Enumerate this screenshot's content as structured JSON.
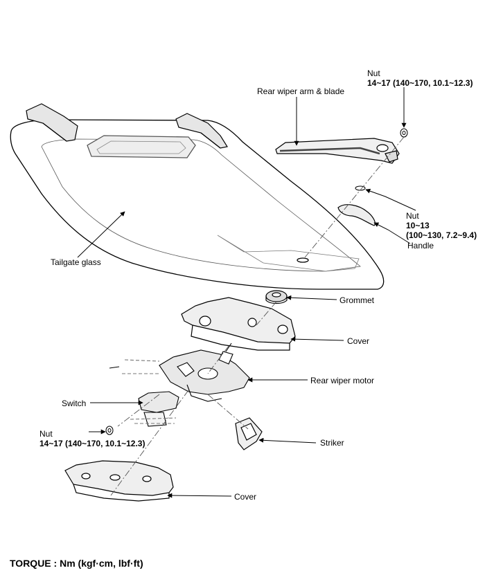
{
  "labels": {
    "nut_top": {
      "name": "Nut",
      "torque": "14~17 (140~170, 10.1~12.3)"
    },
    "rear_wiper_arm": "Rear wiper arm & blade",
    "nut_mid": {
      "name": "Nut",
      "torque_line1": "10~13",
      "torque_line2": "(100~130, 7.2~9.4)"
    },
    "handle": "Handle",
    "tailgate_glass": "Tailgate glass",
    "grommet": "Grommet",
    "cover_top": "Cover",
    "rear_wiper_motor": "Rear wiper motor",
    "switch": "Switch",
    "nut_bottom": {
      "name": "Nut",
      "torque": "14~17 (140~170, 10.1~12.3)"
    },
    "striker": "Striker",
    "cover_bottom": "Cover"
  },
  "footer": {
    "torque_note": "TORQUE : Nm (kgf·cm, lbf·ft)"
  }
}
